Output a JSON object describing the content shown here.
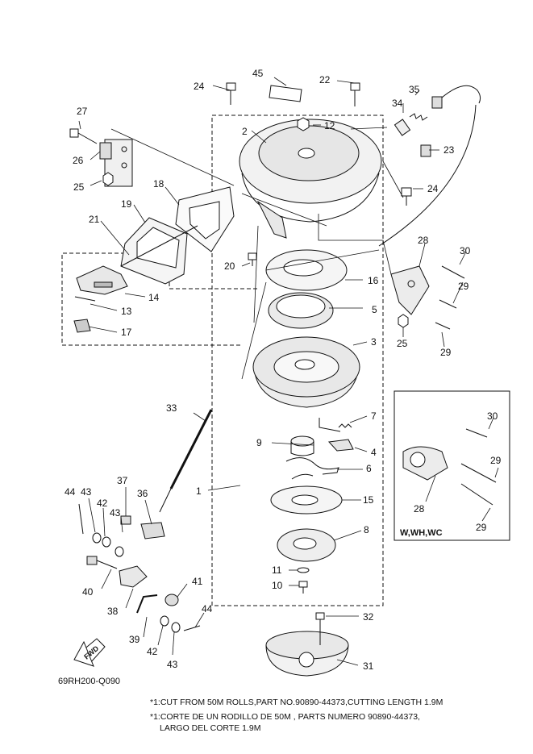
{
  "callouts": {
    "p1": "1",
    "p2": "2",
    "p3": "3",
    "p4": "4",
    "p5": "5",
    "p6": "6",
    "p7": "7",
    "p8": "8",
    "p9": "9",
    "p10": "10",
    "p11": "11",
    "p12": "12",
    "p13": "13",
    "p14": "14",
    "p15": "15",
    "p16": "16",
    "p17": "17",
    "p18": "18",
    "p19": "19",
    "p20": "20",
    "p21": "21",
    "p22": "22",
    "p23": "23",
    "p24a": "24",
    "p24b": "24",
    "p25a": "25",
    "p25b": "25",
    "p26": "26",
    "p27": "27",
    "p28": "28",
    "p29a": "29",
    "p29b": "29",
    "p30": "30",
    "p31": "31",
    "p32": "32",
    "p33": "33",
    "p34": "34",
    "p35": "35",
    "p36": "36",
    "p37": "37",
    "p38": "38",
    "p39": "39",
    "p40": "40",
    "p41": "41",
    "p42a": "42",
    "p42b": "42",
    "p43a": "43",
    "p43b": "43",
    "p43c": "43",
    "p44a": "44",
    "p44b": "44",
    "p45": "45",
    "i28": "28",
    "i29a": "29",
    "i29b": "29",
    "i30": "30"
  },
  "inset": {
    "label": "W,WH,WC"
  },
  "fwd_label": "FWD",
  "diagram_code": "69RH200-Q090",
  "notes": {
    "line1": "*1:CUT FROM 50M ROLLS,PART NO.90890-44373,CUTTING LENGTH 1.9M",
    "line2": "*1:CORTE DE UN RODILLO DE 50M , PARTS NUMERO 90890-44373,",
    "line3": "LARGO DEL CORTE 1.9M"
  }
}
